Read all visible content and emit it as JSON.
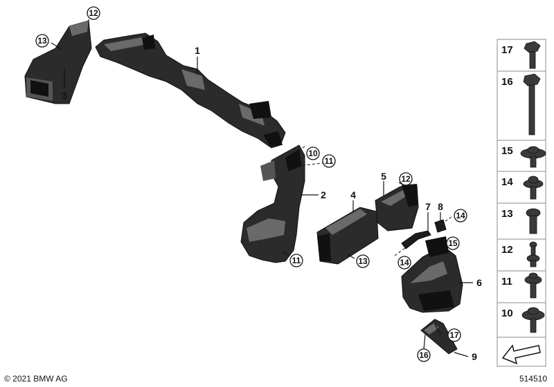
{
  "callouts": {
    "p1": "1",
    "p2": "2",
    "p3": "3",
    "p4": "4",
    "p5": "5",
    "p6": "6",
    "p7": "7",
    "p8": "8",
    "p9": "9",
    "c10": "10",
    "c11a": "11",
    "c11b": "11",
    "c12a": "12",
    "c12b": "12",
    "c13a": "13",
    "c13b": "13",
    "c14a": "14",
    "c14b": "14",
    "c15": "15",
    "c16": "16",
    "c17": "17"
  },
  "fastener_panel": [
    "17",
    "16",
    "15",
    "14",
    "13",
    "12",
    "11",
    "10"
  ],
  "footer": {
    "copyright": "© 2021 BMW AG",
    "drawing_number": "514510"
  }
}
